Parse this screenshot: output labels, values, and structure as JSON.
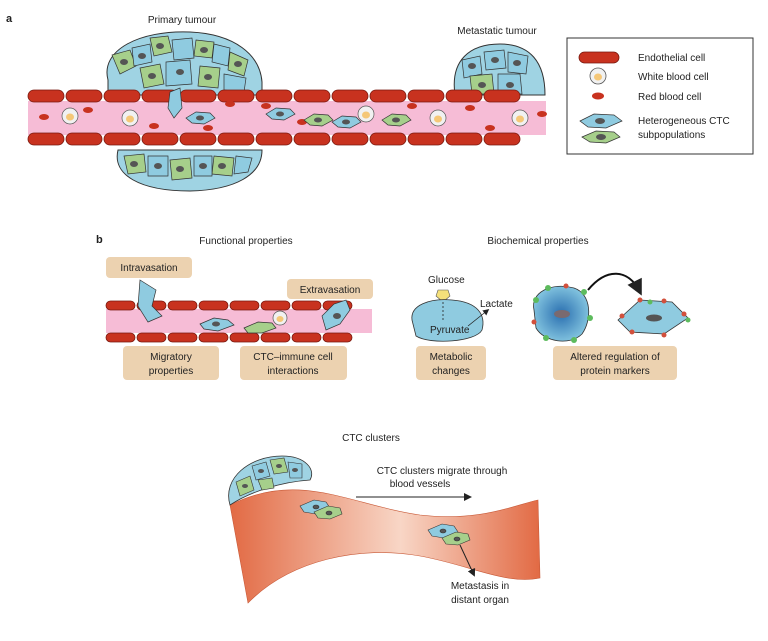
{
  "panel_a": {
    "letter": "a",
    "primary_tumour": "Primary tumour",
    "metastatic_tumour": "Metastatic tumour",
    "legend": {
      "endothelial": "Endothelial cell",
      "wbc": "White blood cell",
      "rbc": "Red blood cell",
      "ctc_line1": "Heterogeneous CTC",
      "ctc_line2": "subpopulations"
    }
  },
  "panel_b": {
    "letter": "b",
    "functional_title": "Functional properties",
    "biochemical_title": "Biochemical properties",
    "intravasation": "Intravasation",
    "extravasation": "Extravasation",
    "migratory_1": "Migratory",
    "migratory_2": "properties",
    "interactions_1": "CTC–immune cell",
    "interactions_2": "interactions",
    "glucose": "Glucose",
    "lactate": "Lactate",
    "pyruvate": "Pyruvate",
    "metabolic_1": "Metabolic",
    "metabolic_2": "changes",
    "altered_1": "Altered regulation of",
    "altered_2": "protein markers"
  },
  "clusters": {
    "title": "CTC clusters",
    "migrate_1": "CTC clusters migrate through",
    "migrate_2": "blood vessels",
    "meta_1": "Metastasis in",
    "meta_2": "distant organ"
  },
  "colors": {
    "endothelial": "#c8321f",
    "lumen": "#f6bcd6",
    "ctc_blue": "#8ccde0",
    "ctc_green": "#a3cd8a",
    "label_box": "#ecd2b0",
    "vessel": "#e5744f"
  }
}
